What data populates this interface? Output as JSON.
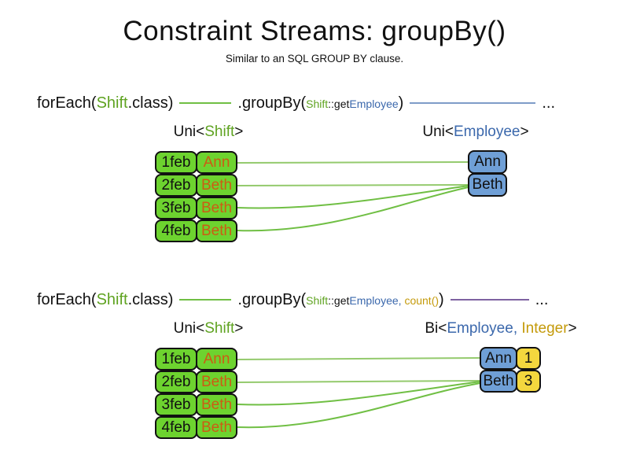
{
  "title": "Constraint Streams: groupBy()",
  "subtitle": "Similar to an SQL GROUP BY clause.",
  "colors": {
    "green": "#5fa321",
    "boxGreen": "#6dd32f",
    "orange": "#cc5c14",
    "blue": "#3b68ac",
    "boxBlue": "#6f9fd6",
    "gold": "#c49a0a",
    "boxYellow": "#f4d73e",
    "purple": "#7e62a1",
    "lineGreen": "#70bf44",
    "lineGreenLight": "#94ca6d",
    "lineBlue": "#7e9cc8"
  },
  "diagram1": {
    "code": {
      "foreach_open": "forEach(",
      "foreach_type": "Shift",
      "foreach_close": ".class)",
      "groupby_open": ".groupBy(",
      "arg1_class": "Shift",
      "arg1_method": "::get",
      "arg1_type": "Employee",
      "groupby_close": ")",
      "ellipsis": "..."
    },
    "source_label": {
      "open": "Uni<",
      "type": "Shift",
      "close": ">"
    },
    "result_label": {
      "open": "Uni<",
      "type": "Employee",
      "close": ">"
    },
    "shift_rows": [
      {
        "date": "1feb",
        "employee": "Ann"
      },
      {
        "date": "2feb",
        "employee": "Beth"
      },
      {
        "date": "3feb",
        "employee": "Beth"
      },
      {
        "date": "4feb",
        "employee": "Beth"
      }
    ],
    "result_rows": [
      {
        "employee": "Ann"
      },
      {
        "employee": "Beth"
      }
    ]
  },
  "diagram2": {
    "code": {
      "foreach_open": "forEach(",
      "foreach_type": "Shift",
      "foreach_close": ".class)",
      "groupby_open": ".groupBy(",
      "arg1_class": "Shift",
      "arg1_method": "::get",
      "arg1_type": "Employee",
      "arg_separator": ", ",
      "arg2": "count()",
      "groupby_close": ")",
      "ellipsis": "..."
    },
    "source_label": {
      "open": "Uni<",
      "type": "Shift",
      "close": ">"
    },
    "result_label": {
      "open": "Bi<",
      "type1": "Employee",
      "separator": ", ",
      "type2": "Integer",
      "close": ">"
    },
    "shift_rows": [
      {
        "date": "1feb",
        "employee": "Ann"
      },
      {
        "date": "2feb",
        "employee": "Beth"
      },
      {
        "date": "3feb",
        "employee": "Beth"
      },
      {
        "date": "4feb",
        "employee": "Beth"
      }
    ],
    "result_rows": [
      {
        "employee": "Ann",
        "count": "1"
      },
      {
        "employee": "Beth",
        "count": "3"
      }
    ]
  }
}
